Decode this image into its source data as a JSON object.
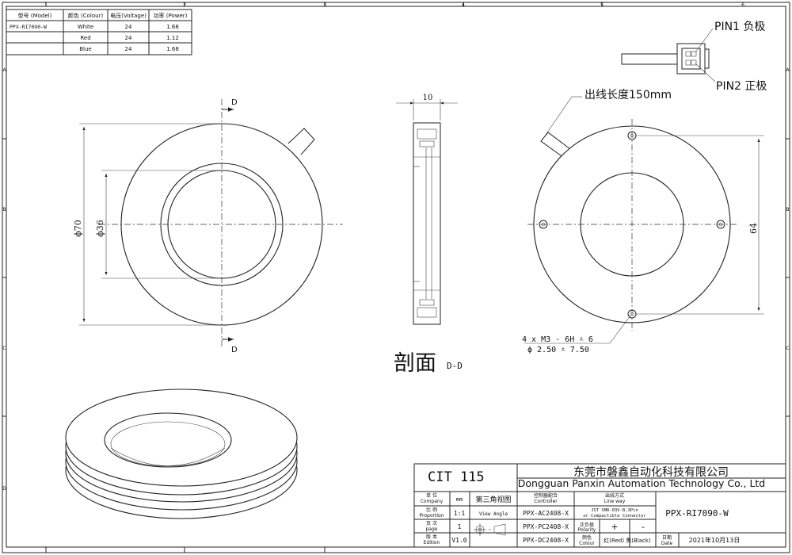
{
  "spec_table": {
    "headers": [
      "型号  (Model)",
      "颜色  (Colour)",
      "电压(Voltage)",
      "功率  (Power)"
    ],
    "rows": [
      [
        "PPX-RI7090-W",
        "White",
        "24",
        "1.68"
      ],
      [
        "",
        "Red",
        "24",
        "1.12"
      ],
      [
        "",
        "Blue",
        "24",
        "1.68"
      ]
    ]
  },
  "border": {
    "col_numbers": [
      "1",
      "2",
      "3",
      "4",
      "5",
      "6"
    ],
    "row_letters": [
      "A",
      "B",
      "C",
      "D"
    ]
  },
  "connector": {
    "pin1": "PIN1 负极",
    "pin2": "PIN2 正极",
    "cable_length": "出线长度150mm"
  },
  "front_view": {
    "section_mark": "D",
    "outer_dia": "ϕ70",
    "inner_dia": "ϕ36"
  },
  "side_view": {
    "width_dim": "10"
  },
  "back_view": {
    "bolt_circle": "64",
    "hole_note_line1": "4 x   M3 - 6H ⩡ 6",
    "hole_note_line2": "ϕ 2.50 ⩡ 7.50"
  },
  "section_title": {
    "main": "剖面",
    "sub": "D-D"
  },
  "title_block": {
    "drawing_no": "CIT 115",
    "company_cn": "东莞市磐鑫自动化科技有限公司",
    "company_en": "Dongguan Panxin Automation Technology Co., Ltd",
    "unit_label_cn": "单 位",
    "unit_label_en": "Company",
    "unit_value": "mm",
    "projection": "第三角视图",
    "scale_label_cn": "比 例",
    "scale_label_en": "Proportion",
    "scale_value": "1:1",
    "view_angle": "View Angle",
    "page_label_cn": "页 次",
    "page_label_en": "page",
    "page_value": "1",
    "edition_label_cn": "版 本",
    "edition_label_en": "Edition",
    "edition_value": "V1.0",
    "controller_label_cn": "控制器配合",
    "controller_label_en": "Controller",
    "controllers": [
      "PPX-AC2408-X",
      "PPX-PC2408-X",
      "PPX-DC2408-X"
    ],
    "lineway_label_cn": "出线方式",
    "lineway_label_en": "Line way",
    "lineway_value_1": "JST SMR-03V-B,3Pin",
    "lineway_value_2": "or Compactible Connector",
    "polarity_label_cn": "正负极",
    "polarity_label_en": "Polarity",
    "polarity_plus": "+",
    "polarity_minus": "-",
    "colour_label_cn": "颜色",
    "colour_label_en": "Colour",
    "colour_value": "红(Red) 黑(Black)",
    "model": "PPX-RI7090-W",
    "date_label_cn": "日期",
    "date_label_en": "Date",
    "date_value": "2021年10月13日"
  }
}
